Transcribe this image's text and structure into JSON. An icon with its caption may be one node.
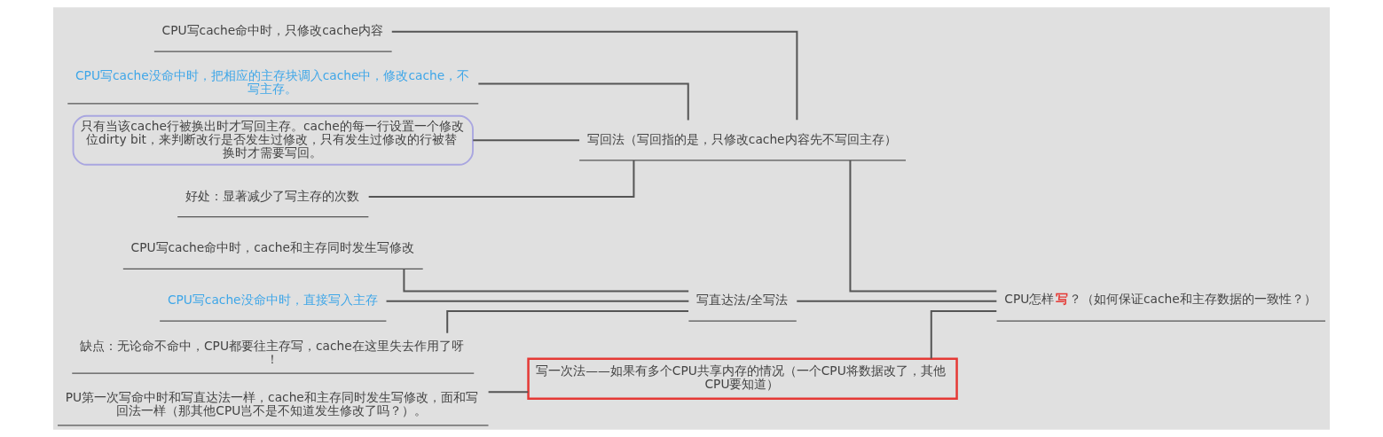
{
  "diagram": {
    "nodes": [
      {
        "text": [
          "CPU怎样**写**？（如何保证cache和主存数据的一致性？）"
        ]
      },
      {
        "text": [
          "写回法（写回指的是，只修改cache内容先不写回主存）"
        ]
      },
      {
        "text": [
          "CPU写cache命中时，只修改cache内容"
        ]
      },
      {
        "text": [
          "CPU写cache没命中时，把相应的主存块调入cache中，修改cache，不写主存。"
        ]
      },
      {
        "text": [
          "只有当该cache行被换出时才写回主存。cache的每一行设置一个修改位dirty bit，来判断改行是否发生过修改，只有发生过修改的行被替换时才需要写回。"
        ]
      },
      {
        "text": [
          "好处：显著减少了写主存的次数"
        ]
      },
      {
        "text": [
          "写直达法/全写法"
        ]
      },
      {
        "text": [
          "CPU写cache命中时，cache和主存同时发生写修改"
        ]
      },
      {
        "text": [
          "CPU写cache没命中时，直接写入主存"
        ]
      },
      {
        "text": [
          "缺点：无论命不命中，CPU都要往主存写，cache在这里失去作用了呀！"
        ]
      },
      {
        "text": [
          "写一次法——如果有多个CPU共享内存的情况（一个CPU将数据改了，其他CPU要知道）"
        ]
      },
      {
        "text": [
          "PU第一次写命中时和写直达法一样，cache和主存同时发生写修改，面和写回法一样（那其他CPU岂不是不知道发生修改了吗？）。"
        ]
      }
    ],
    "edges": [
      {
        "from": 0,
        "to": 1,
        "arrow": "none"
      },
      {
        "from": 1,
        "to": 2,
        "arrow": "none"
      },
      {
        "from": 1,
        "to": 3,
        "arrow": "none"
      },
      {
        "from": 1,
        "to": 4,
        "arrow": "none"
      },
      {
        "from": 1,
        "to": 5,
        "arrow": "none"
      },
      {
        "from": 0,
        "to": 6,
        "arrow": "none"
      },
      {
        "from": 6,
        "to": 7,
        "arrow": "none"
      },
      {
        "from": 6,
        "to": 8,
        "arrow": "none"
      },
      {
        "from": 6,
        "to": 9,
        "arrow": "none"
      },
      {
        "from": 0,
        "to": 10,
        "arrow": "none"
      },
      {
        "from": 10,
        "to": 11,
        "arrow": "none"
      }
    ]
  }
}
